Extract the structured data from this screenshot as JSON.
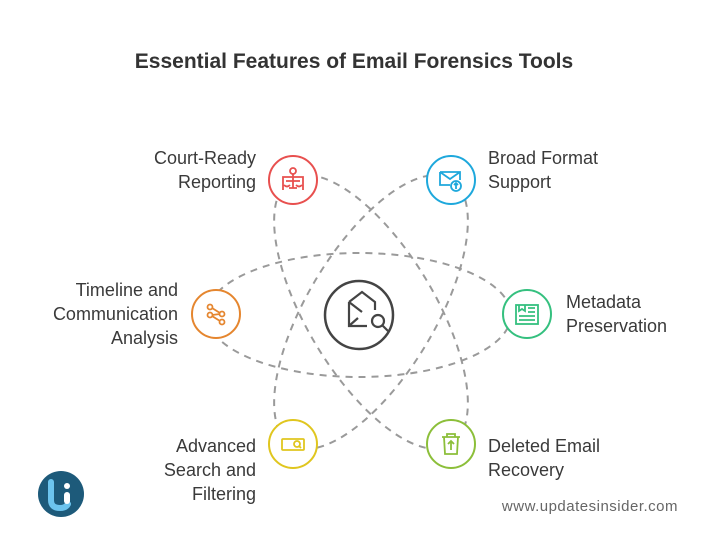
{
  "title": "Essential Features of Email Forensics Tools",
  "center": {
    "icon": "envelope-search-icon"
  },
  "features": [
    {
      "lines": [
        "Court-Ready",
        "Reporting"
      ],
      "icon": "scales-presenter-icon",
      "color": "#e8504f"
    },
    {
      "lines": [
        "Broad Format",
        "Support"
      ],
      "icon": "envelope-upload-icon",
      "color": "#1ea8dc"
    },
    {
      "lines": [
        "Timeline and",
        "Communication",
        "Analysis"
      ],
      "icon": "share-nodes-icon",
      "color": "#e5862f"
    },
    {
      "lines": [
        "Metadata",
        "Preservation"
      ],
      "icon": "document-icon",
      "color": "#35c07f"
    },
    {
      "lines": [
        "Advanced",
        "Search and",
        "Filtering"
      ],
      "icon": "search-bar-icon",
      "color": "#e0c61f"
    },
    {
      "lines": [
        "Deleted Email",
        "Recovery"
      ],
      "icon": "trash-restore-icon",
      "color": "#8cbf3a"
    }
  ],
  "watermark": "www.updatesinsider.com",
  "logo": {
    "text": "ui",
    "color": "#1d5a7a",
    "accent": "#6cc4ee"
  }
}
